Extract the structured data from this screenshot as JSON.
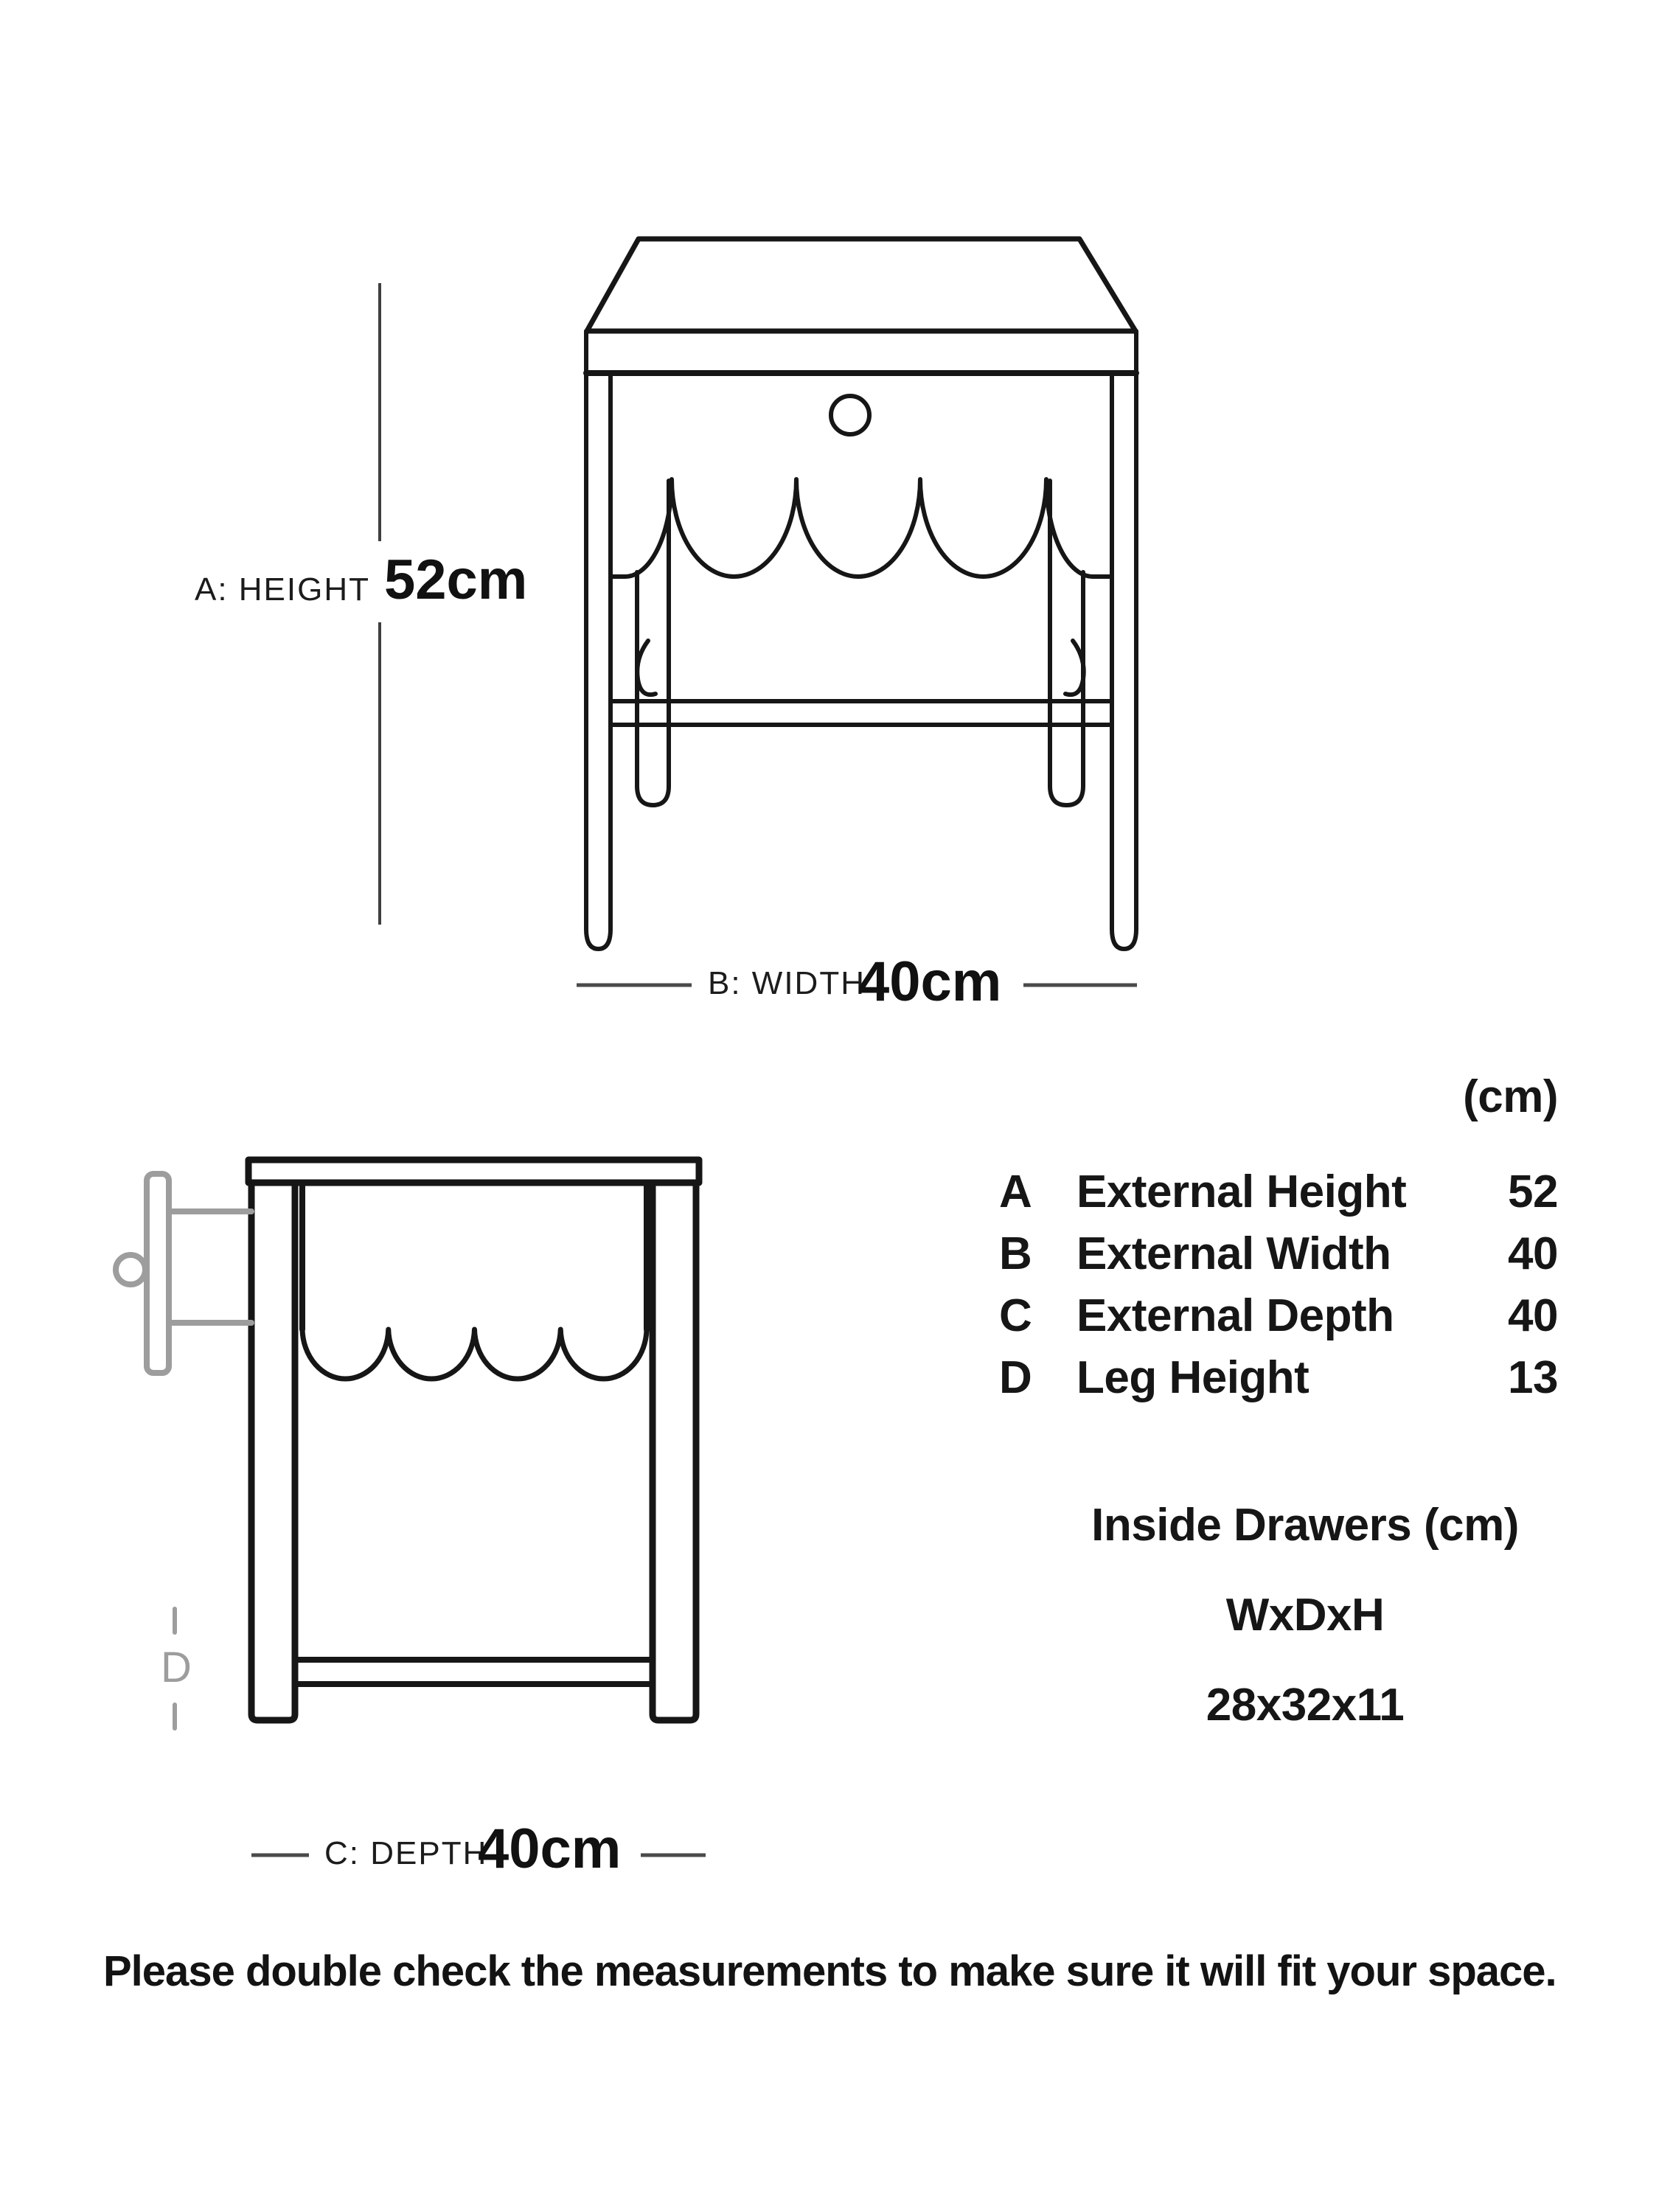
{
  "front_view": {
    "dim_height": {
      "label": "A: HEIGHT",
      "value": "52cm"
    },
    "dim_width": {
      "label": "B: WIDTH",
      "value": "40cm"
    }
  },
  "side_view": {
    "dim_depth": {
      "label": "C: DEPTH",
      "value": "40cm"
    },
    "dim_leg": {
      "label": "D"
    }
  },
  "spec_table": {
    "unit_header": "(cm)",
    "rows": [
      {
        "key": "A",
        "label": "External Height",
        "value": "52"
      },
      {
        "key": "B",
        "label": "External Width",
        "value": "40"
      },
      {
        "key": "C",
        "label": "External Depth",
        "value": "40"
      },
      {
        "key": "D",
        "label": "Leg Height",
        "value": "13"
      }
    ]
  },
  "inside_drawers": {
    "title": "Inside Drawers (cm)",
    "dims_label": "WxDxH",
    "dims_value": "28x32x11"
  },
  "note": "Please double check the measurements to make sure it will fit your space.",
  "colors": {
    "line": "#161616",
    "dimension": "#4a4a4a",
    "muted": "#9d9d9d",
    "background": "#ffffff"
  }
}
